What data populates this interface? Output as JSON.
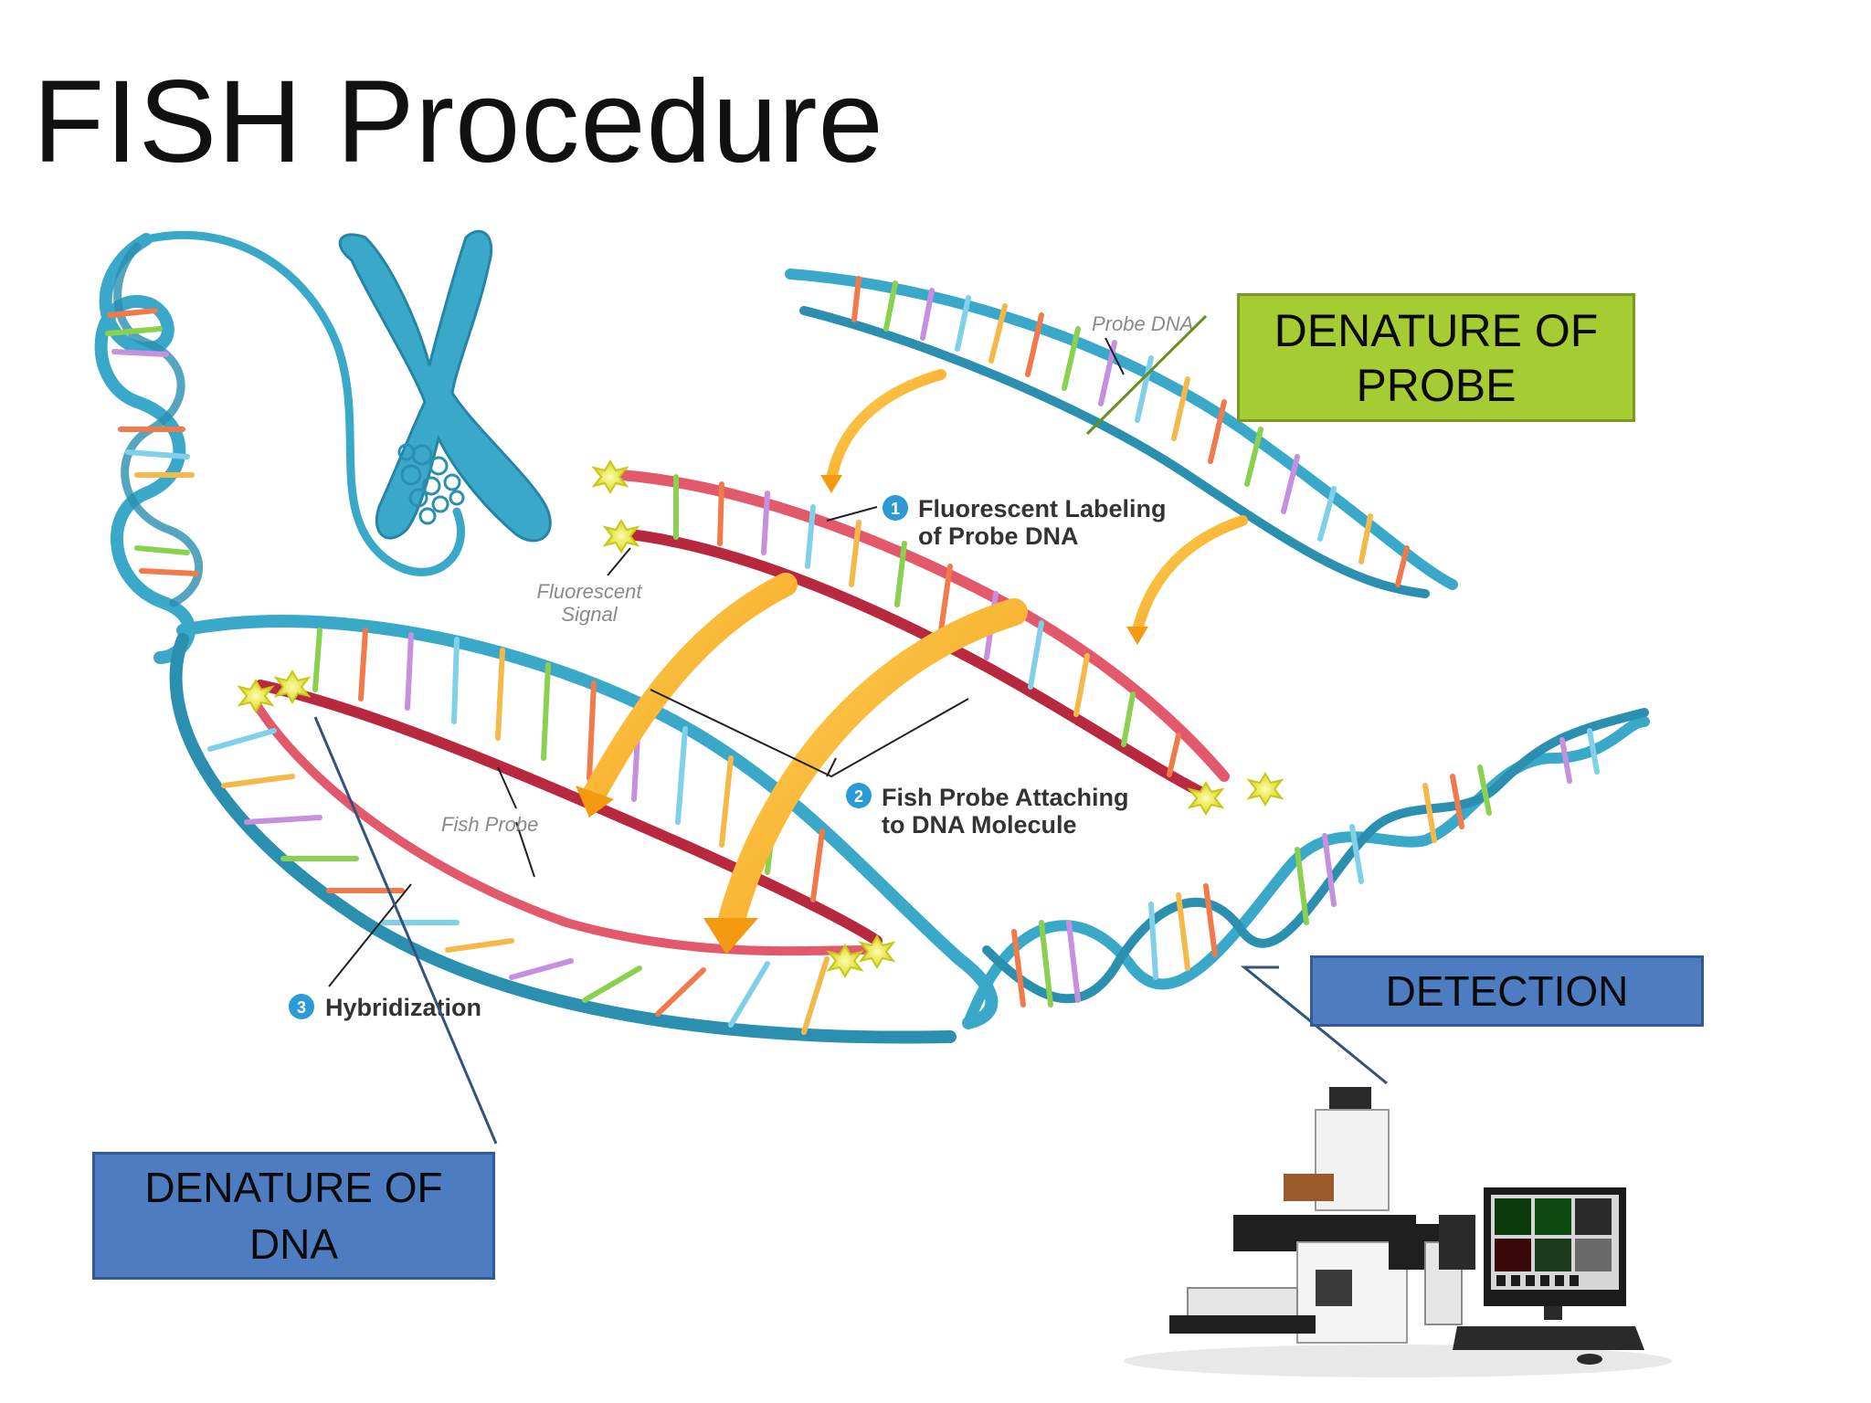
{
  "slide": {
    "title": "FISH Procedure"
  },
  "diagram": {
    "label_probe_dna": "Probe DNA",
    "step1_number": "1",
    "step1_line1": "Fluorescent Labeling",
    "step1_line2": "of Probe DNA",
    "fluorescent_signal_line1": "Fluorescent",
    "fluorescent_signal_line2": "Signal",
    "step2_number": "2",
    "step2_line1": "Fish Probe Attaching",
    "step2_line2": "to DNA Molecule",
    "label_fish_probe": "Fish Probe",
    "step3_number": "3",
    "step3_label": "Hybridization"
  },
  "callouts": {
    "probe_line1": "DENATURE OF",
    "probe_line2": "PROBE",
    "detection": "DETECTION",
    "dna_line1": "DENATURE OF",
    "dna_line2": "DNA"
  },
  "colors": {
    "dna_backbone": "#3aa9c9",
    "probe_strand": "#b8283e",
    "probe_strand_light": "#e2596b",
    "arrow": "#f6b21f",
    "step_badge": "#2b9ad6",
    "fluor_star": "#e6e63a",
    "callout_green": "#a6cc33",
    "callout_blue": "#4d7cc0",
    "pointer_line": "#33537f"
  }
}
